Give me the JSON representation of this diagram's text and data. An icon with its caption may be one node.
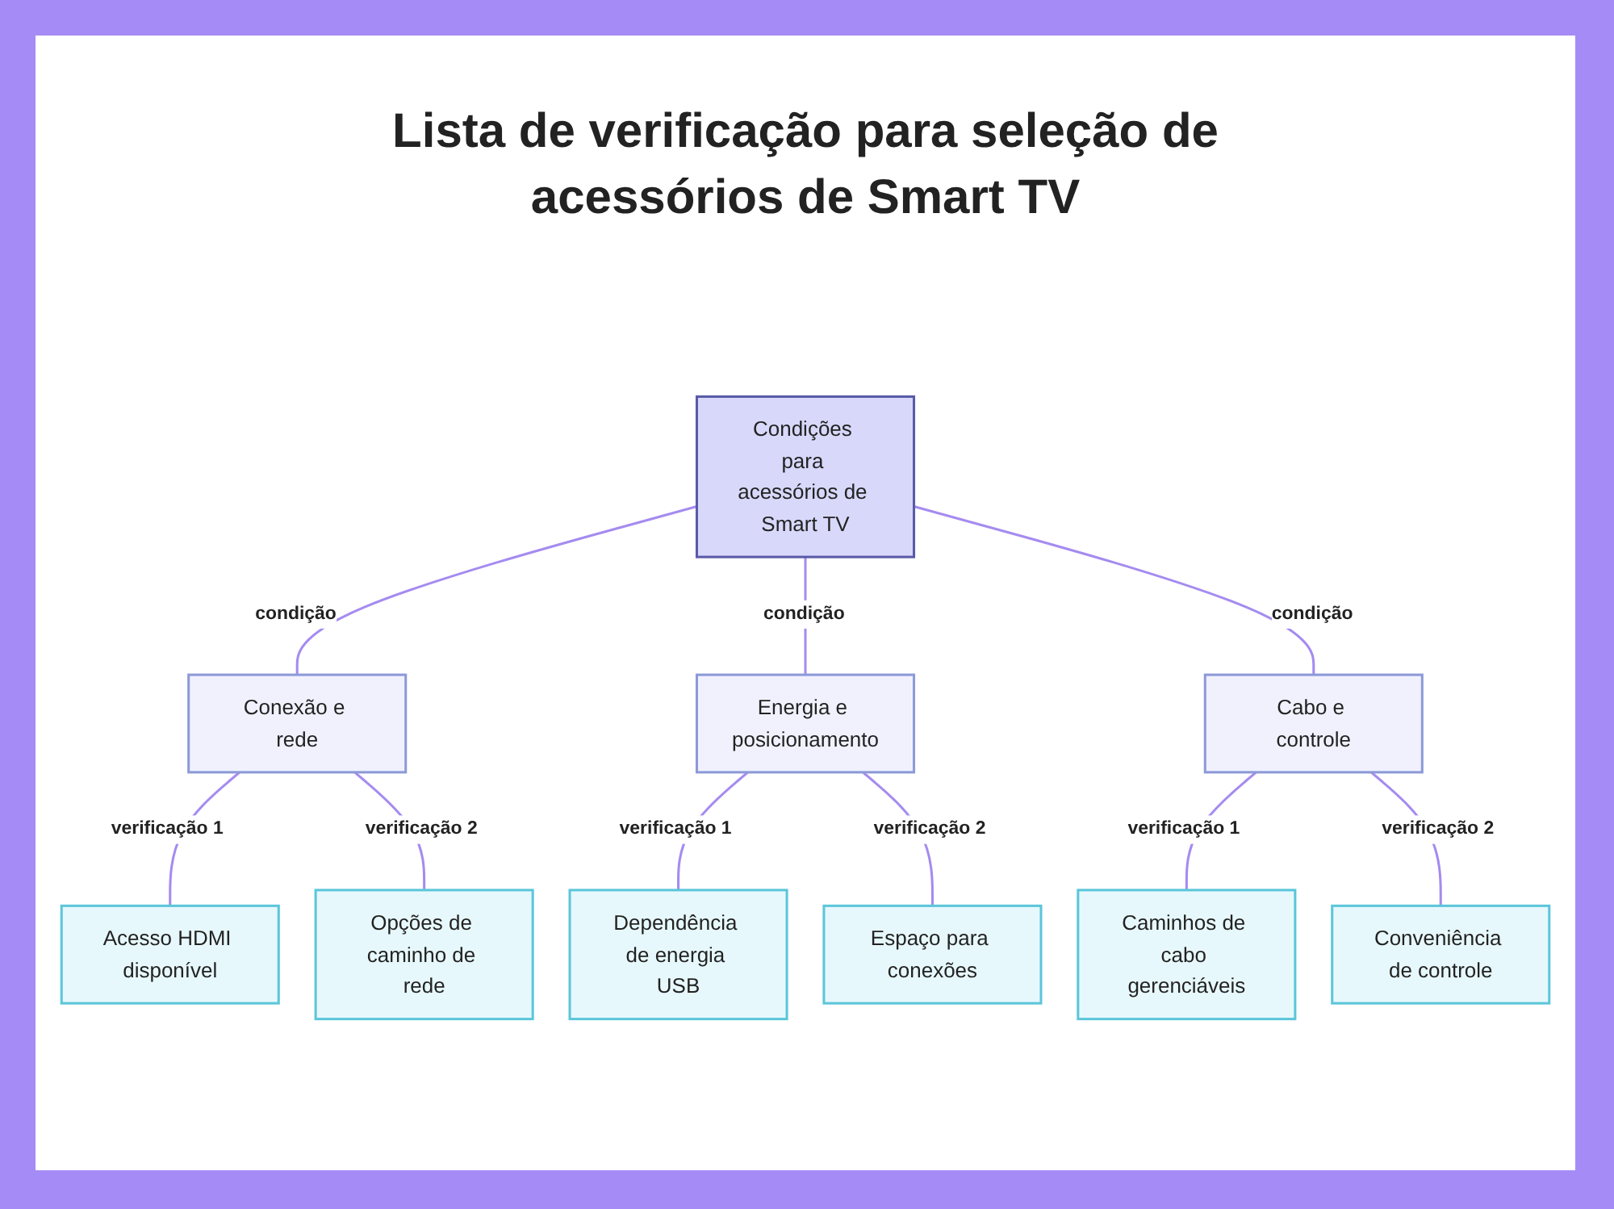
{
  "diagram": {
    "title": "Lista de verificação para seleção de acessórios de Smart TV",
    "nodes": [
      {
        "text": [
          "Condições para acessórios de Smart TV"
        ]
      },
      {
        "text": [
          "Conexão e rede"
        ]
      },
      {
        "text": [
          "Energia e posicionamento"
        ]
      },
      {
        "text": [
          "Cabo e controle"
        ]
      },
      {
        "text": [
          "Acesso HDMI disponível"
        ]
      },
      {
        "text": [
          "Opções de caminho de rede"
        ]
      },
      {
        "text": [
          "Dependência de energia USB"
        ]
      },
      {
        "text": [
          "Espaço para conexões"
        ]
      },
      {
        "text": [
          "Caminhos de cabo gerenciáveis"
        ]
      },
      {
        "text": [
          "Conveniência de controle"
        ]
      }
    ],
    "edges": [
      {
        "from": 0,
        "to": 1,
        "label": "condição",
        "arrow": "none"
      },
      {
        "from": 0,
        "to": 2,
        "label": "condição",
        "arrow": "none"
      },
      {
        "from": 0,
        "to": 3,
        "label": "condição",
        "arrow": "none"
      },
      {
        "from": 1,
        "to": 4,
        "label": "verificação 1",
        "arrow": "none"
      },
      {
        "from": 1,
        "to": 5,
        "label": "verificação 2",
        "arrow": "none"
      },
      {
        "from": 2,
        "to": 6,
        "label": "verificação 1",
        "arrow": "none"
      },
      {
        "from": 2,
        "to": 7,
        "label": "verificação 2",
        "arrow": "none"
      },
      {
        "from": 3,
        "to": 8,
        "label": "verificação 1",
        "arrow": "none"
      },
      {
        "from": 3,
        "to": 9,
        "label": "verificação 2",
        "arrow": "none"
      }
    ]
  }
}
